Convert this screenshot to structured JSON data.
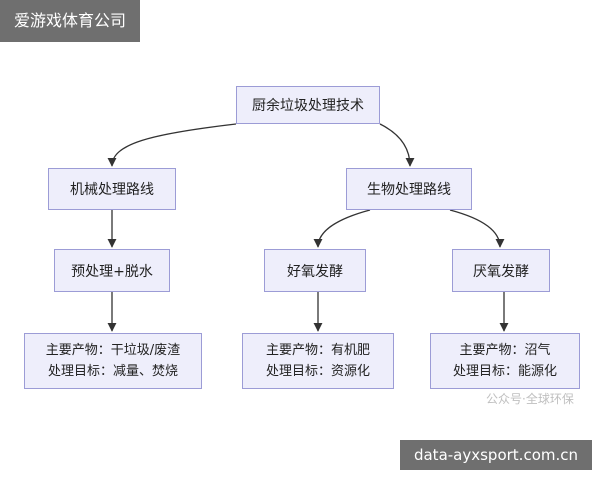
{
  "header_tag": "爱游戏体育公司",
  "footer_tag": "data-ayxsport.com.cn",
  "watermark": "公众号·全球环保",
  "diagram": {
    "root": "厨余垃圾处理技术",
    "branches": [
      {
        "route": "机械处理路线",
        "children": [
          {
            "process": "预处理+脱水",
            "product_line": "主要产物：干垃圾/废渣",
            "goal_line": "处理目标：减量、焚烧"
          }
        ]
      },
      {
        "route": "生物处理路线",
        "children": [
          {
            "process": "好氧发酵",
            "product_line": "主要产物：有机肥",
            "goal_line": "处理目标：资源化"
          },
          {
            "process": "厌氧发酵",
            "product_line": "主要产物：沼气",
            "goal_line": "处理目标：能源化"
          }
        ]
      }
    ],
    "colors": {
      "node_fill": "#eeeefb",
      "node_border": "#9c9cd6",
      "edge": "#333333"
    }
  }
}
